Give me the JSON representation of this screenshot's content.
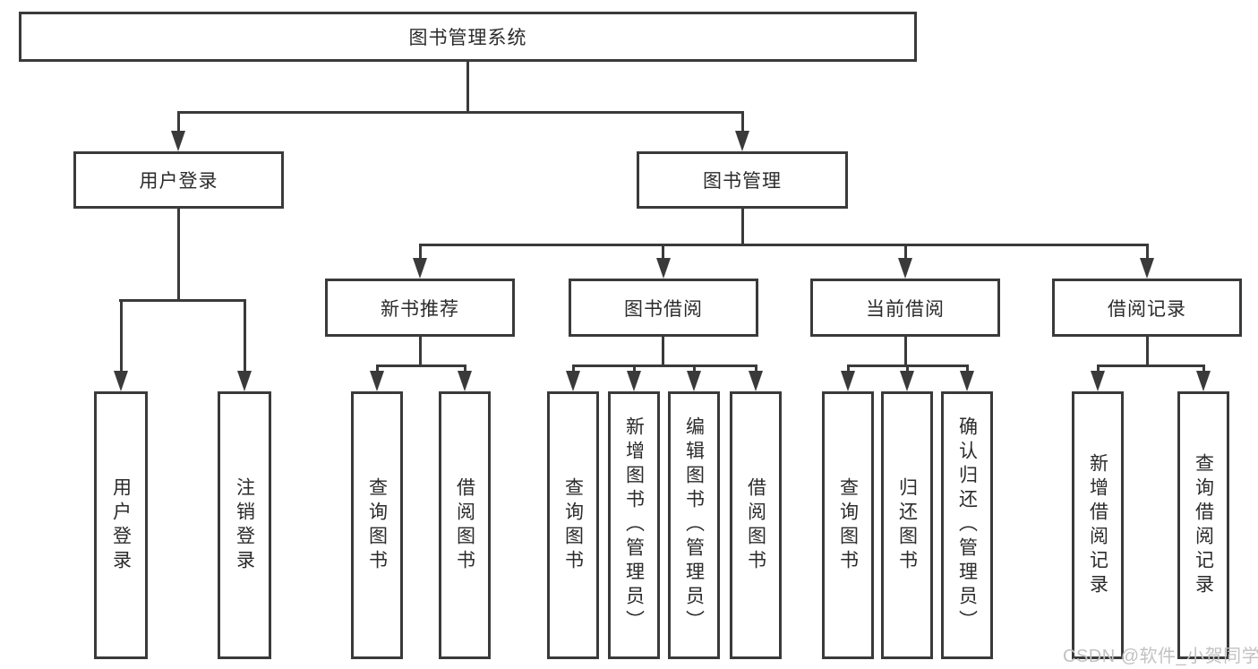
{
  "title": "图书管理系统",
  "level2": [
    {
      "label": "用户登录"
    },
    {
      "label": "图书管理"
    }
  ],
  "level3": [
    {
      "label": "新书推荐"
    },
    {
      "label": "图书借阅"
    },
    {
      "label": "当前借阅"
    },
    {
      "label": "借阅记录"
    }
  ],
  "leaves": {
    "login": [
      {
        "label": "用户登录"
      },
      {
        "label": "注销登录"
      }
    ],
    "recommend": [
      {
        "label": "查询图书"
      },
      {
        "label": "借阅图书"
      }
    ],
    "borrow": [
      {
        "label": "查询图书"
      },
      {
        "label": "新增图书（管理员）"
      },
      {
        "label": "编辑图书（管理员）"
      },
      {
        "label": "借阅图书"
      }
    ],
    "current": [
      {
        "label": "查询图书"
      },
      {
        "label": "归还图书"
      },
      {
        "label": "确认归还（管理员）"
      }
    ],
    "records": [
      {
        "label": "新增借阅记录"
      },
      {
        "label": "查询借阅记录"
      }
    ]
  },
  "watermark": "CSDN @软件_小贺同学",
  "colors": {
    "line": "#3a3a3a",
    "text": "#2b2b2b",
    "box_background": "#ffffff",
    "watermark": "#c2c2c2"
  }
}
